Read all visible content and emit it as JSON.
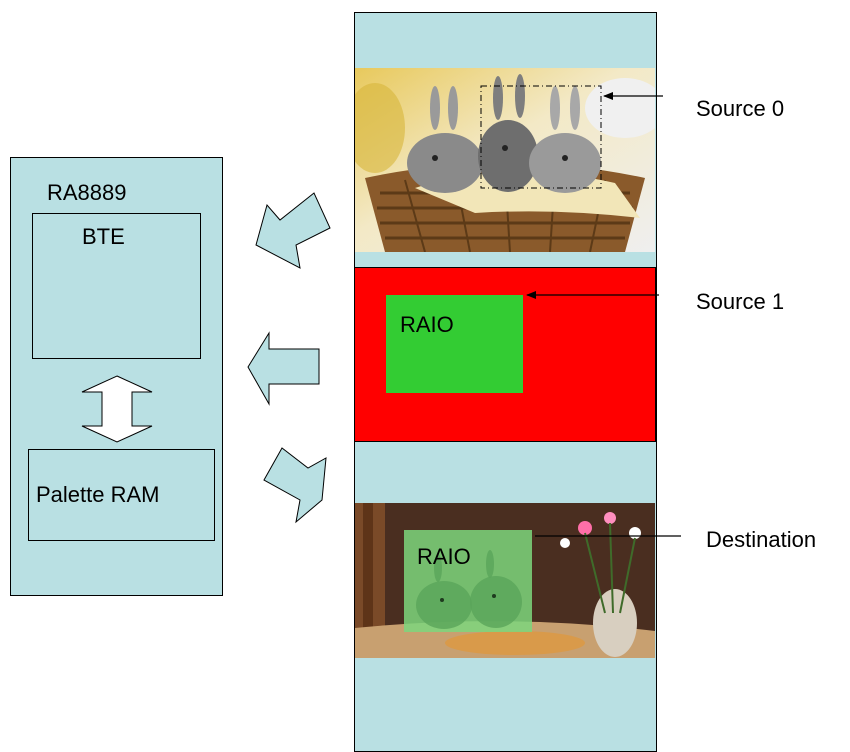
{
  "chip": {
    "title": "RA8889",
    "bte_label": "BTE",
    "palette_label": "Palette RAM"
  },
  "memory": {
    "source0": {
      "label": "Source 0"
    },
    "source1": {
      "label": "Source 1",
      "overlay_text": "RAIO"
    },
    "destination": {
      "label": "Destination",
      "overlay_text": "RAIO"
    }
  },
  "colors": {
    "panel_fill": "#b9e0e3",
    "source1_background": "#ff0000",
    "source1_box": "#33cc33",
    "destination_overlay": "#7dd67d"
  }
}
